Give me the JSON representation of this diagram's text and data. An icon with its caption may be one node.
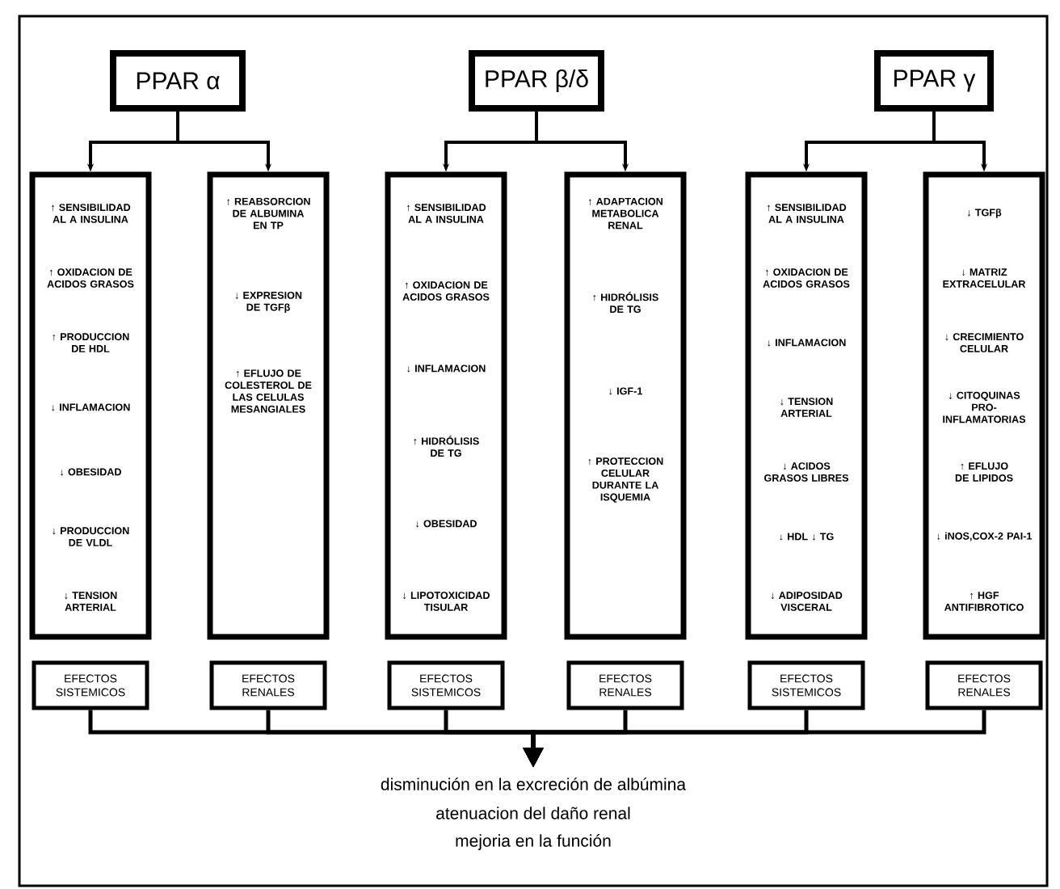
{
  "diagram": {
    "nodes": [
      {
        "text": [
          "PPAR α"
        ]
      },
      {
        "text": [
          "PPAR β/δ"
        ]
      },
      {
        "text": [
          "PPAR γ"
        ]
      },
      {
        "text": [
          "↑ SENSIBILIDAD AL A INSULINA",
          "↑ OXIDACION DE ACIDOS GRASOS",
          "↑ PRODUCCION DE HDL",
          "↓ INFLAMACION",
          "↓ OBESIDAD",
          "↓ PRODUCCION DE VLDL",
          "↓ TENSION ARTERIAL"
        ]
      },
      {
        "text": [
          "↑ REABSORCION DE ALBUMINA EN TP",
          "↓ EXPRESION DE TGFβ",
          "↑ EFLUJO DE COLESTEROL DE LAS CELULAS MESANGIALES"
        ]
      },
      {
        "text": [
          "↑ SENSIBILIDAD AL A INSULINA",
          "↑ OXIDACION DE ACIDOS GRASOS",
          "↓ INFLAMACION",
          "↑ HIDRÓLISIS DE TG",
          "↓ OBESIDAD",
          "↓ LIPOTOXICIDAD TISULAR"
        ]
      },
      {
        "text": [
          "↑ ADAPTACION METABOLICA RENAL",
          "↑ HIDRÓLISIS DE TG",
          "↓ IGF-1",
          "↑ PROTECCION CELULAR DURANTE LA ISQUEMIA"
        ]
      },
      {
        "text": [
          "↑ SENSIBILIDAD AL A INSULINA",
          "↑ OXIDACION DE ACIDOS GRASOS",
          "↓ INFLAMACION",
          "↓ TENSION ARTERIAL",
          "↓ ACIDOS GRASOS LIBRES",
          "↓ HDL ↓ TG",
          "↓ ADIPOSIDAD VISCERAL"
        ]
      },
      {
        "text": [
          "↓ TGFβ",
          "↓ MATRIZ EXTRACELULAR",
          "↓ CRECIMIENTO CELULAR",
          "↓ CITOQUINAS PRO-INFLAMATORIAS",
          "↑ EFLUJO DE LIPIDOS",
          "↓ iNOS,COX-2 PAI-1",
          "↑ HGF ANTIFIBROTICO"
        ]
      },
      {
        "text": [
          "EFECTOS SISTEMICOS"
        ]
      },
      {
        "text": [
          "EFECTOS RENALES"
        ]
      },
      {
        "text": [
          "EFECTOS SISTEMICOS"
        ]
      },
      {
        "text": [
          "EFECTOS RENALES"
        ]
      },
      {
        "text": [
          "EFECTOS SISTEMICOS"
        ]
      },
      {
        "text": [
          "EFECTOS RENALES"
        ]
      },
      {
        "text": [
          "disminución en la excreción de albúmina",
          "atenuacion del daño renal",
          "mejoria en la función"
        ]
      }
    ],
    "edges": [
      {
        "from": 0,
        "to": 3,
        "arrow": "to"
      },
      {
        "from": 0,
        "to": 4,
        "arrow": "to"
      },
      {
        "from": 1,
        "to": 5,
        "arrow": "to"
      },
      {
        "from": 1,
        "to": 6,
        "arrow": "to"
      },
      {
        "from": 2,
        "to": 7,
        "arrow": "to"
      },
      {
        "from": 2,
        "to": 8,
        "arrow": "to"
      },
      {
        "from": 9,
        "to": 15,
        "arrow": "to"
      },
      {
        "from": 10,
        "to": 15,
        "arrow": "to"
      },
      {
        "from": 11,
        "to": 15,
        "arrow": "to"
      },
      {
        "from": 12,
        "to": 15,
        "arrow": "to"
      },
      {
        "from": 13,
        "to": 15,
        "arrow": "to"
      },
      {
        "from": 14,
        "to": 15,
        "arrow": "to"
      }
    ]
  }
}
